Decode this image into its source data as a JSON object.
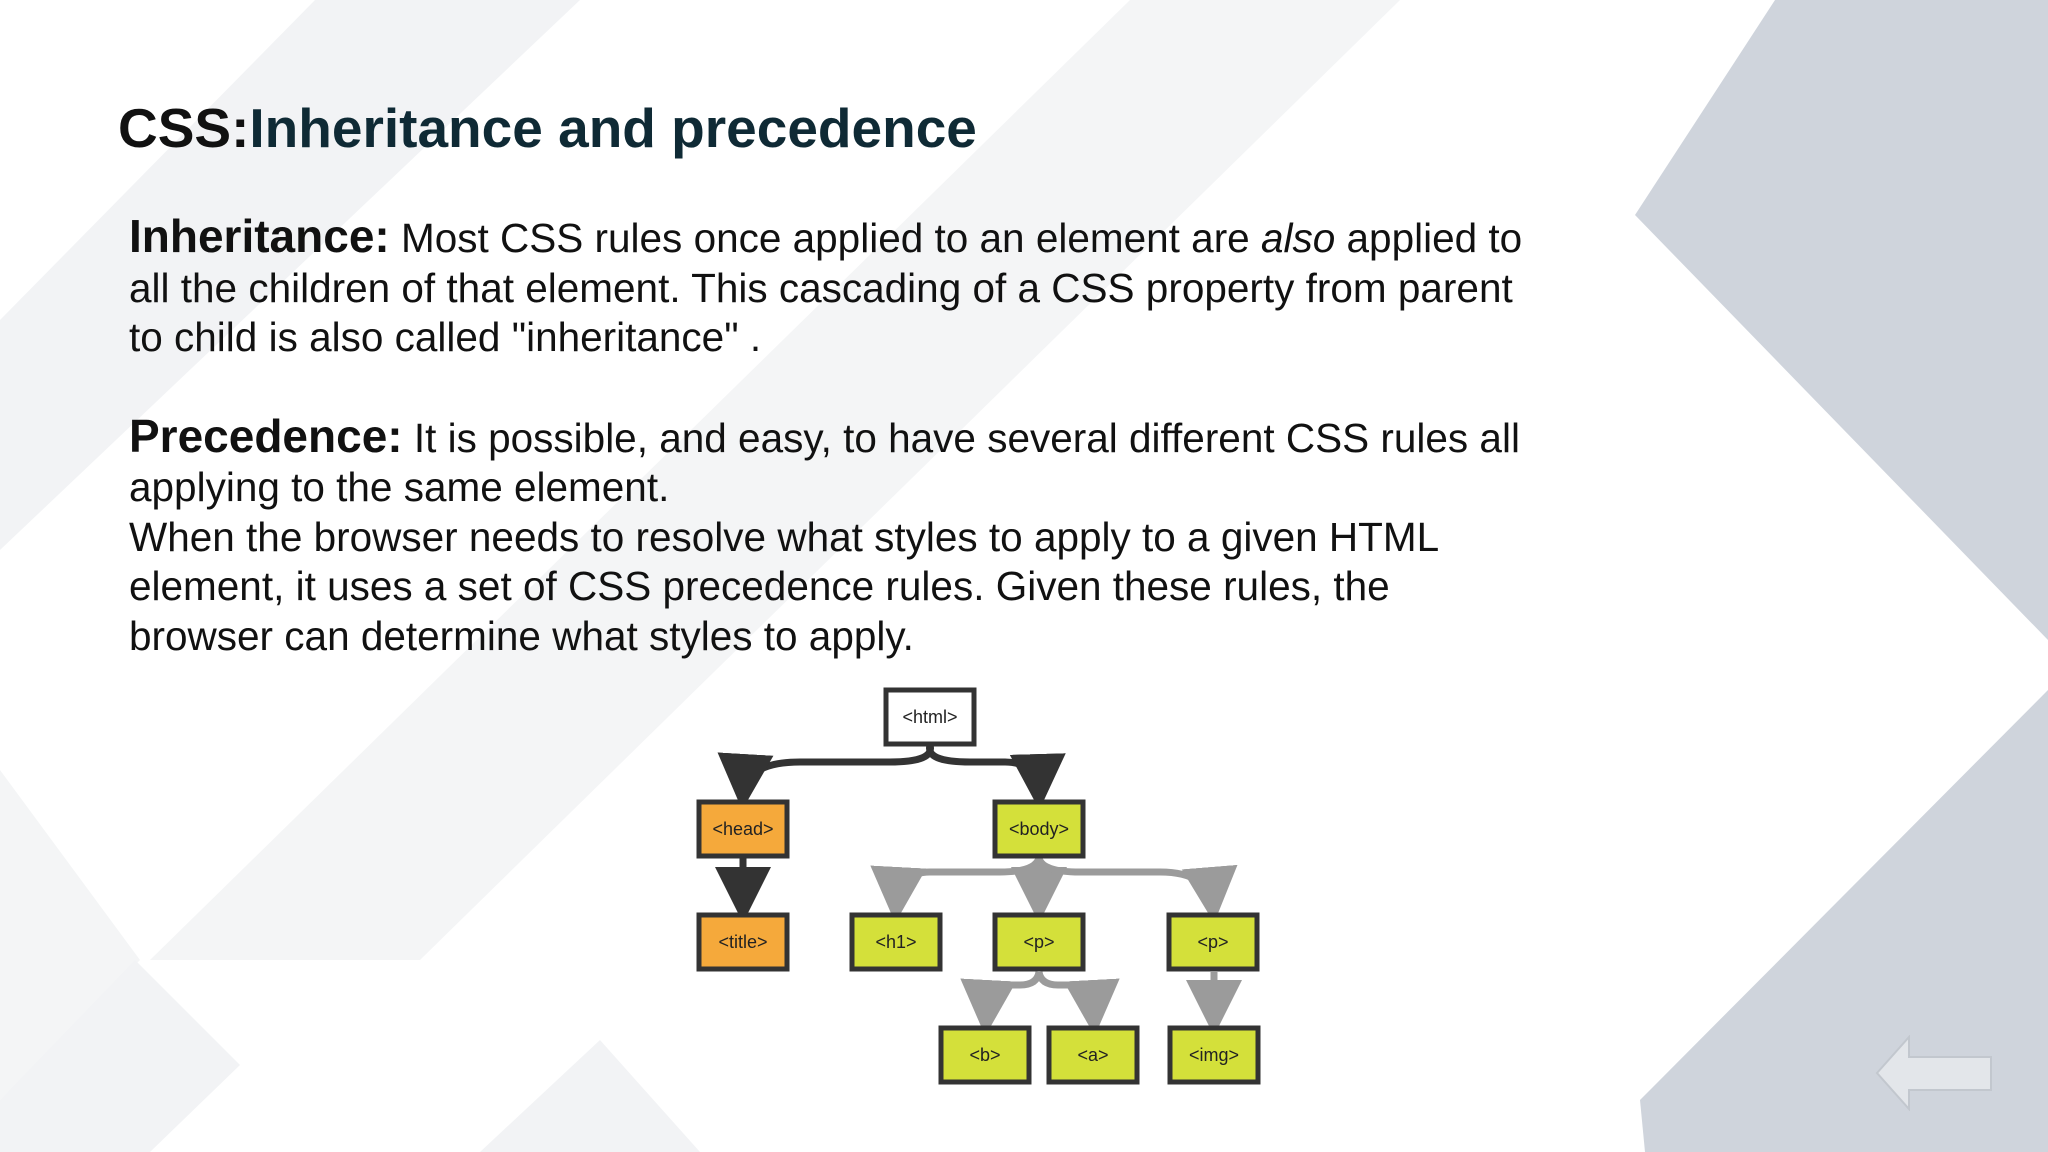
{
  "slide": {
    "title_prefix": "CSS:",
    "title_main": "Inheritance and precedence",
    "inheritance": {
      "term": "Inheritance:",
      "text_before_em": " Most CSS rules once applied to an element are ",
      "em": "also",
      "text_after_em": " applied to all the children of that element. This cascading of a CSS property from parent to child is also called \"inheritance\" ."
    },
    "precedence": {
      "term": "Precedence:",
      "text_1": " It is possible, and easy, to have several different CSS rules all applying to the same element.",
      "text_2": "When the browser needs to resolve what styles to apply to a given HTML element, it uses a set of CSS precedence rules. Given these rules, the browser can determine what styles to apply."
    }
  },
  "tree": {
    "html": "<html>",
    "head": "<head>",
    "body": "<body>",
    "title": "<title>",
    "h1": "<h1>",
    "p1": "<p>",
    "p2": "<p>",
    "b": "<b>",
    "a": "<a>",
    "img": "<img>"
  },
  "colors": {
    "head_branch": "#f5a93b",
    "body_branch": "#d4e03a",
    "dark_arrow": "#333333",
    "gray_arrow": "#9b9b9b",
    "bg_shape": "#cfd4dc",
    "bg_light": "#f2f3f5"
  },
  "icons": {
    "nav": "left-arrow-icon"
  }
}
